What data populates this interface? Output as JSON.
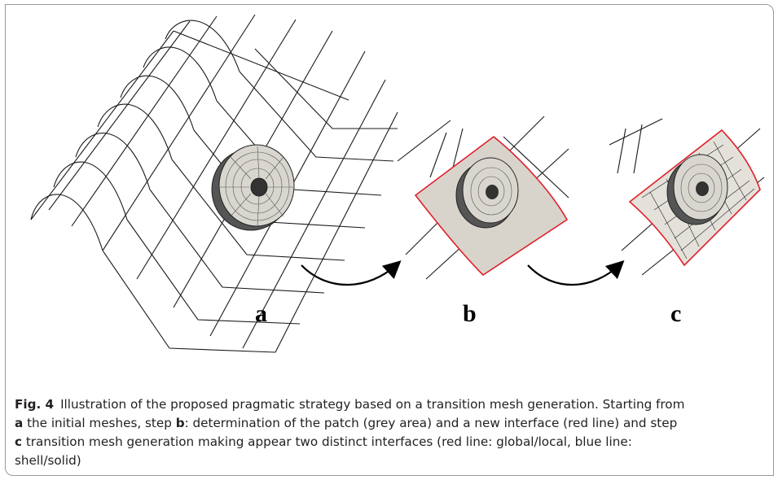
{
  "figure": {
    "panels": [
      {
        "id": "a",
        "label": "a"
      },
      {
        "id": "b",
        "label": "b"
      },
      {
        "id": "c",
        "label": "c"
      }
    ]
  },
  "caption": {
    "label": "Fig. 4",
    "line1": "Illustration of the proposed pragmatic strategy based on a transition mesh generation. Starting from",
    "a_letter": "a",
    "line2_rest": " the initial meshes, step ",
    "b_letter": "b",
    "line2_tail": ": determination of the patch (grey area) and a new interface (red line) and step",
    "c_letter": "c",
    "line3_rest": " transition mesh generation making appear two distinct interfaces (red line: global/local, blue line:",
    "line4": "shell/solid)"
  },
  "colors": {
    "interface_red": "#e0202a",
    "patch_grey": "#d8d4cc",
    "mesh_line": "#1a1a1a",
    "frame": "#9a9a9a"
  }
}
